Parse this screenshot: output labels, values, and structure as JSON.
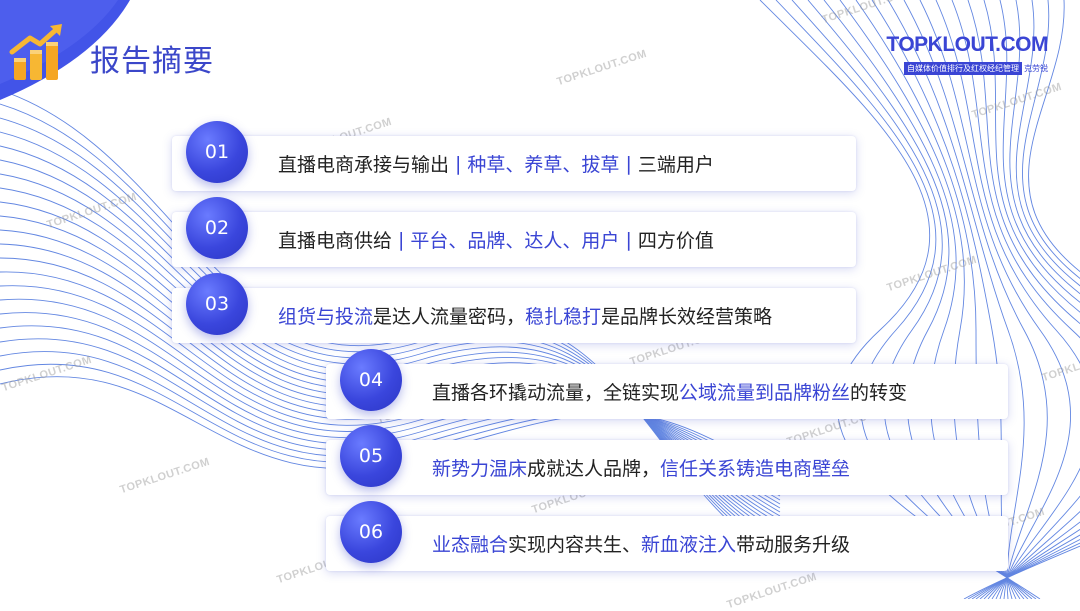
{
  "header": {
    "title": "报告摘要",
    "brand_name": "TOPKLOUT.COM",
    "brand_tagline": "自媒体价值排行及红权经纪管理",
    "brand_cn": "克劳锐"
  },
  "watermark": "TOPKLOUT.COM",
  "items": [
    {
      "num": "01",
      "parts": [
        {
          "t": "直播电商承接与输出",
          "hl": false
        },
        {
          "t": "|",
          "sep": true
        },
        {
          "t": "种草、养草、拔草",
          "hl": true
        },
        {
          "t": "|",
          "sep": true
        },
        {
          "t": "三端用户",
          "hl": false
        }
      ]
    },
    {
      "num": "02",
      "parts": [
        {
          "t": "直播电商供给",
          "hl": false
        },
        {
          "t": "|",
          "sep": true
        },
        {
          "t": "平台、品牌、达人、用户",
          "hl": true
        },
        {
          "t": "|",
          "sep": true
        },
        {
          "t": "四方价值",
          "hl": false
        }
      ]
    },
    {
      "num": "03",
      "parts": [
        {
          "t": "组货与投流",
          "hl": true
        },
        {
          "t": "是达人流量密码，",
          "hl": false
        },
        {
          "t": "稳扎稳打",
          "hl": true
        },
        {
          "t": "是品牌长效经营策略",
          "hl": false
        }
      ]
    },
    {
      "num": "04",
      "parts": [
        {
          "t": "直播各环撬动流量，全链实现",
          "hl": false
        },
        {
          "t": "公域流量到品牌粉丝",
          "hl": true
        },
        {
          "t": "的转变",
          "hl": false
        }
      ]
    },
    {
      "num": "05",
      "parts": [
        {
          "t": "新势力温床",
          "hl": true
        },
        {
          "t": "成就达人品牌，",
          "hl": false
        },
        {
          "t": "信任关系铸造电商壁垒",
          "hl": true
        }
      ]
    },
    {
      "num": "06",
      "parts": [
        {
          "t": "业态融合",
          "hl": true
        },
        {
          "t": "实现内容共生、",
          "hl": false
        },
        {
          "t": "新血液注入",
          "hl": true
        },
        {
          "t": "带动服务升级",
          "hl": false
        }
      ]
    }
  ],
  "colors": {
    "accent": "#3a45d4",
    "text": "#222222",
    "lines": "#3b6fe0"
  }
}
